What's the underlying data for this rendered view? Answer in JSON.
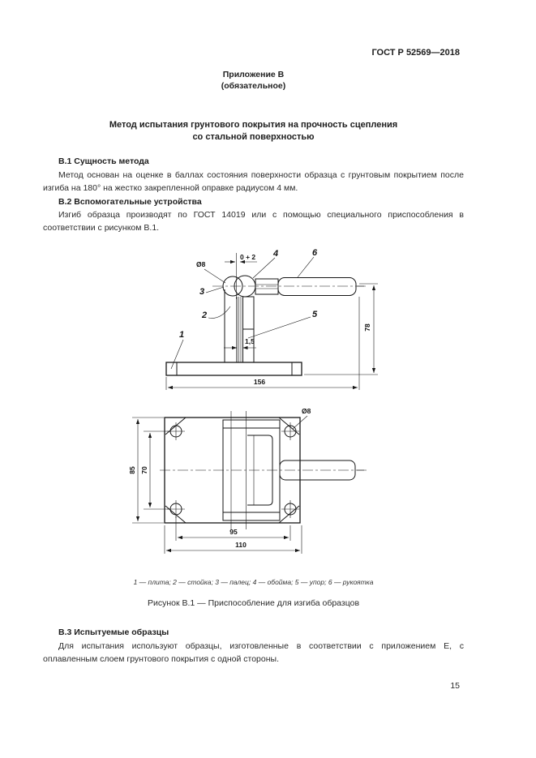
{
  "page": {
    "doc_number": "ГОСТ Р 52569—2018",
    "page_number": "15"
  },
  "appendix": {
    "label": "Приложение В",
    "kind": "(обязательное)",
    "title_line1": "Метод испытания грунтового покрытия на прочность сцепления",
    "title_line2": "со стальной поверхностью"
  },
  "sections": {
    "b1": {
      "heading": "В.1 Сущность метода",
      "body": "Метод основан на оценке в баллах состояния поверхности образца с грунтовым покрытием после изгиба на 180° на жестко закрепленной оправке радиусом 4 мм."
    },
    "b2": {
      "heading": "В.2 Вспомогательные устройства",
      "body": "Изгиб образца производят по ГОСТ 14019 или с помощью специального приспособления в соответствии с рисунком В.1."
    },
    "b3": {
      "heading": "В.3 Испытуемые образцы",
      "body": "Для испытания используют образцы, изготовленные в соответствии с приложением Е, с оплавленным слоем грунтового покрытия с одной стороны."
    }
  },
  "figure": {
    "legend": "1 — плита; 2 — стойка; 3 — палец; 4 — обойма; 5 — упор; 6 — рукоятка",
    "caption": "Рисунок В.1 — Приспособление для изгиба образцов",
    "side_view": {
      "dims": {
        "pin_diameter": "Ø8",
        "gap": "0 + 2",
        "sample_thickness": "1,5",
        "overall_length": "156",
        "overall_height": "78"
      },
      "callouts": {
        "c1": "1",
        "c2": "2",
        "c3": "3",
        "c4": "4",
        "c5": "5",
        "c6": "6"
      }
    },
    "plan_view": {
      "dims": {
        "hole_diameter": "Ø8",
        "plate_height_outer": "85",
        "hole_spacing_y": "70",
        "hole_spacing_x": "95",
        "plate_width_outer": "110"
      }
    }
  }
}
